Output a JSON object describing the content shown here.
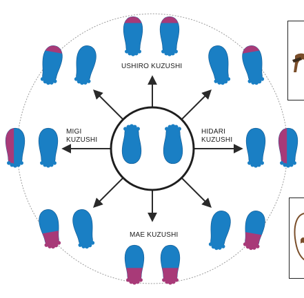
{
  "labels": {
    "ushiro": "USHIRO KUZUSHI",
    "mae": "MAE KUZUSHI",
    "migi_line1": "MIGI",
    "migi_line2": "KUZUSHI",
    "hidari_line1": "HIDARI",
    "hidari_line2": "KUZUSHI"
  },
  "colors": {
    "foot_blue": "#1a7fc4",
    "weight_magenta": "#a83a78",
    "arrow": "#2a2a2a",
    "circle": "#1e1e1e",
    "dashed_circle": "#9a9a9a",
    "illustration": "#7a4e2a"
  },
  "icons": {
    "foot": "footprint-icon",
    "arrow": "arrow-icon"
  }
}
